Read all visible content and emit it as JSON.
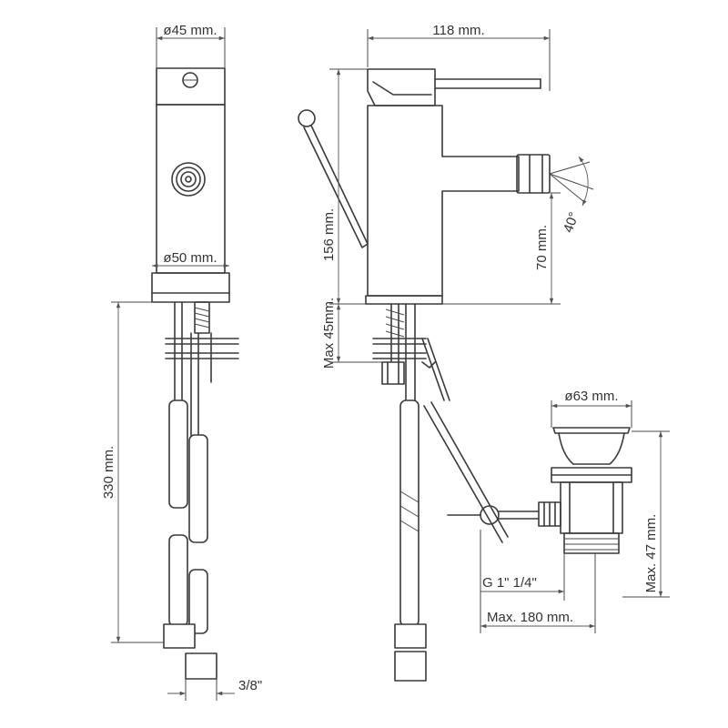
{
  "dimensions": {
    "top_diameter": "ø45 mm.",
    "base_diameter": "ø50 mm.",
    "width": "118 mm.",
    "height": "156 mm.",
    "spout_height": "70 mm.",
    "spout_angle": "40°",
    "max_deck": "Max 45mm.",
    "hose_length": "330 mm.",
    "hose_connection": "3/8\"",
    "waste_diameter": "ø63 mm.",
    "waste_max_height": "Max. 47 mm.",
    "waste_thread": "G 1\" 1/4\"",
    "rod_max_length": "Max. 180 mm."
  }
}
